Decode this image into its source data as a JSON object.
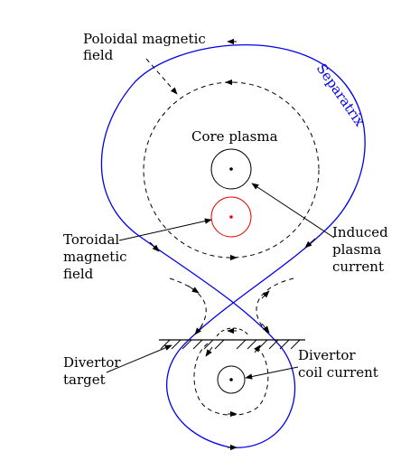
{
  "labels": {
    "poloidal": [
      "Poloidal magnetic",
      "field"
    ],
    "separatrix": "Separatrix",
    "core_plasma": "Core plasma",
    "toroidal": [
      "Toroidal",
      "magnetic",
      "field"
    ],
    "induced": [
      "Induced",
      "plasma",
      "current"
    ],
    "divertor_target": [
      "Divertor",
      "target"
    ],
    "divertor_coil": [
      "Divertor",
      "coil current"
    ]
  },
  "colors": {
    "separatrix": "#0000ee",
    "toroidal_current": "#ee0000",
    "ink": "#000000"
  }
}
